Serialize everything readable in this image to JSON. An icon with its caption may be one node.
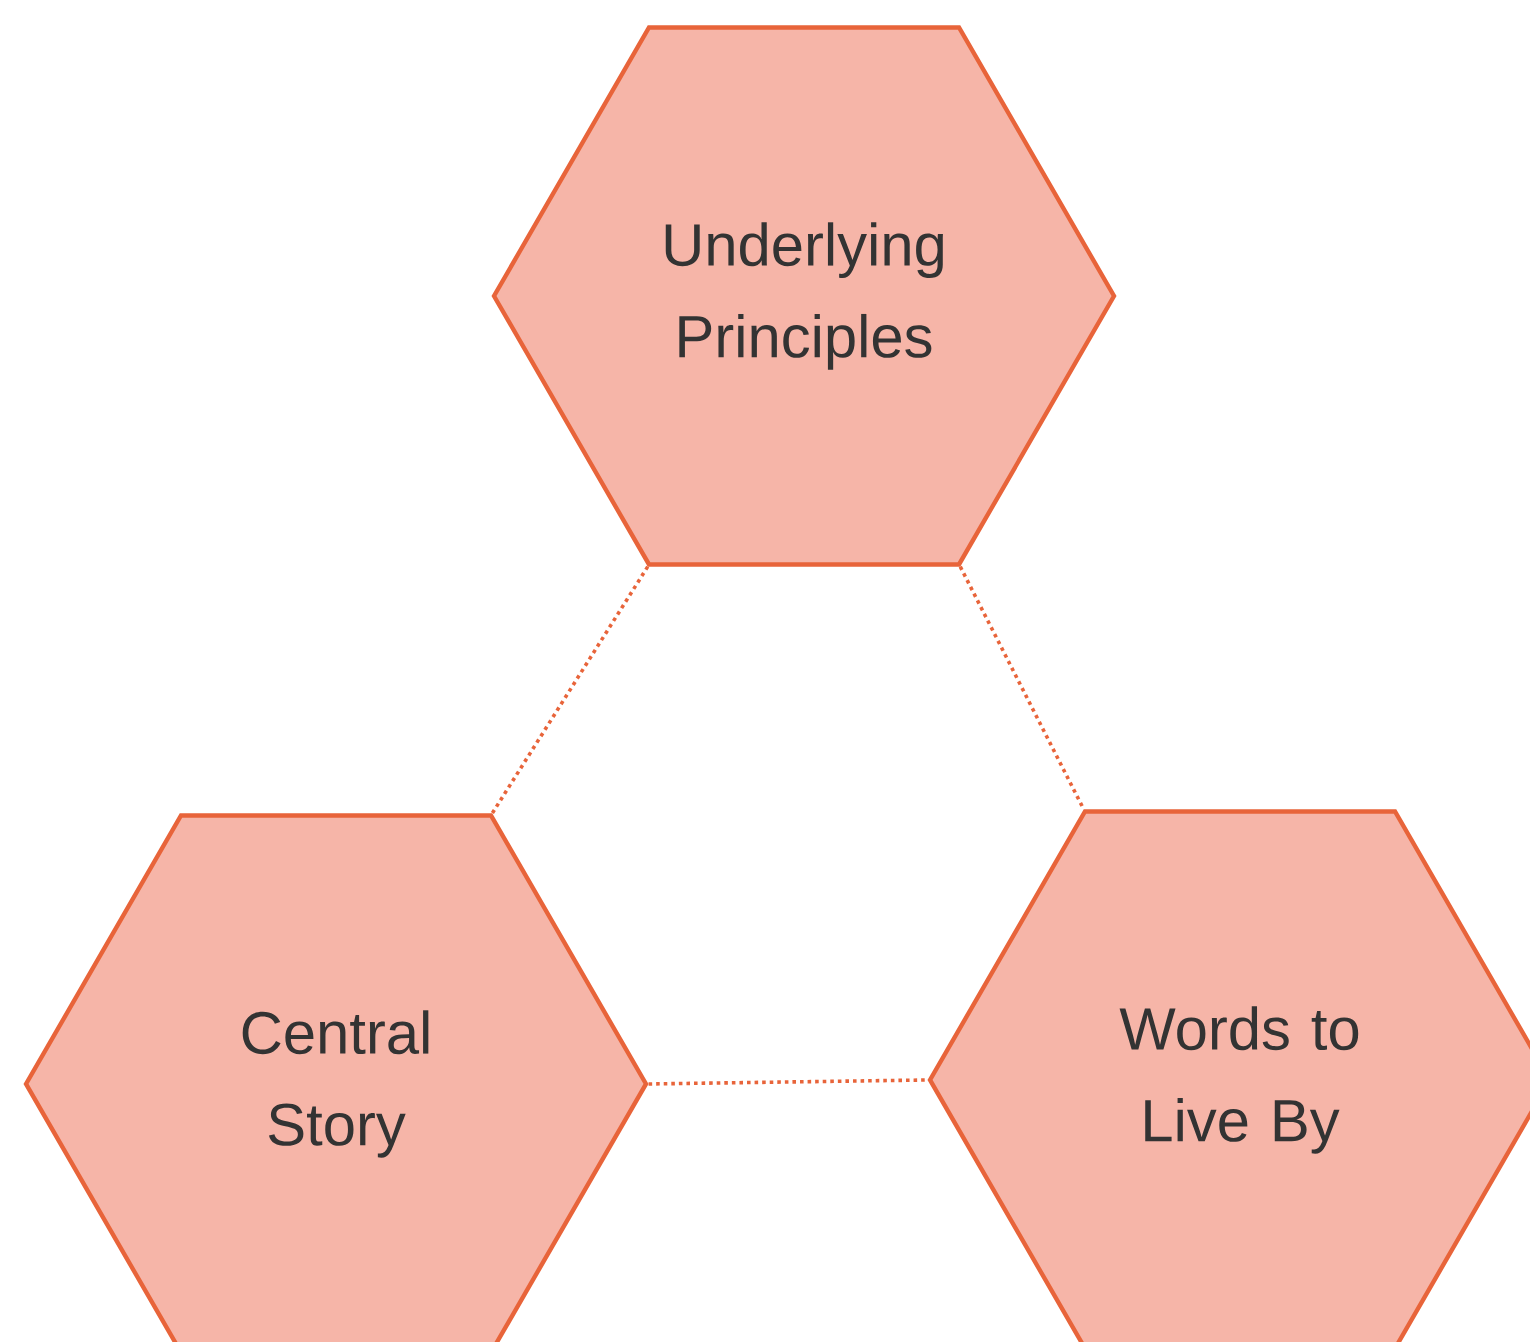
{
  "diagram": {
    "nodes": [
      {
        "text": [
          "Underlying Principles"
        ]
      },
      {
        "text": [
          "Central Story"
        ]
      },
      {
        "text": [
          "Words to Live By"
        ]
      }
    ],
    "edges": [
      {
        "from": 0,
        "to": 1,
        "arrow": "none",
        "style": "dashed"
      },
      {
        "from": 0,
        "to": 2,
        "arrow": "none",
        "style": "dashed"
      },
      {
        "from": 1,
        "to": 2,
        "arrow": "none",
        "style": "dashed"
      }
    ]
  }
}
